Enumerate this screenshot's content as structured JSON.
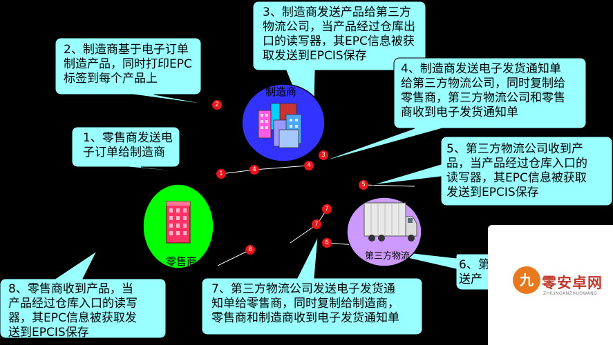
{
  "callouts": [
    {
      "id": "c1",
      "text": "1、零售商发送电\n子订单给制造商"
    },
    {
      "id": "c2",
      "text": "2、制造商基于电子订单\n制造产品，同时打印EPC\n标签到每个产品上"
    },
    {
      "id": "c3",
      "text": "3、制造商发送产品给第三方\n物流公司，当产品经过仓库出\n口的读写器，其EPC信息被获\n取发送到EPCIS保存"
    },
    {
      "id": "c4",
      "text": "4、制造商发送电子发货通知单\n给第三方物流公司，同时复制给\n零售商，第三方物流公司和零售\n商收到电子发货通知单"
    },
    {
      "id": "c5",
      "text": "5、第三方物流公司收到产\n品，当产品经过仓库入口的\n读写器，其EPC信息被获取\n发送到EPCIS保存"
    },
    {
      "id": "c6",
      "text": "6、第\n送产"
    },
    {
      "id": "c7",
      "text": "7、第三方物流公司发送电子发货通\n知单给零售商，同时复制给制造商，\n零售商和制造商收到电子发货通知单"
    },
    {
      "id": "c8",
      "text": "8、零售商收到产品，当\n产品经过仓库入口的读写\n器，其EPC信息被获取发\n送到EPCIS保存"
    }
  ],
  "nodes": {
    "manufacturer": "制造商",
    "retailer": "零售商",
    "logistics": "第三方物流"
  },
  "markers": [
    "1",
    "2",
    "3",
    "4",
    "4",
    "5",
    "6",
    "7",
    "7",
    "8"
  ],
  "logo": {
    "name": "零安卓网",
    "sub": "ZHILINGANZHUOWANG",
    "mark": "九"
  },
  "colors": {
    "callout_fill": "#99ffff",
    "manufacturer": "#3333ff",
    "retailer": "#00ff00",
    "logistics": "#cc99ff",
    "marker": "#e8151b"
  }
}
